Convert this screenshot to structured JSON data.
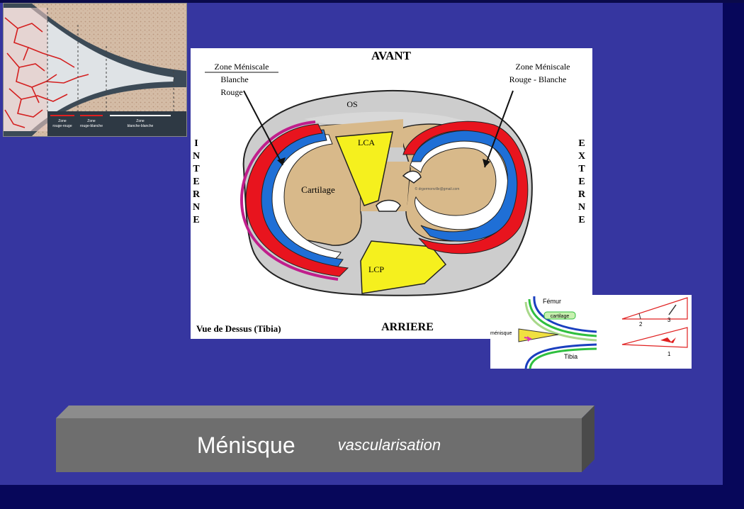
{
  "slide": {
    "title": "Ménisque",
    "subtitle": "vascularisation"
  },
  "inset_left": {
    "zones": [
      {
        "line1": "Zone",
        "line2": "rouge-rouge"
      },
      {
        "line1": "Zone",
        "line2": "rouge-blanche"
      },
      {
        "line1": "Zone",
        "line2": "blanche-blanche"
      }
    ]
  },
  "diagram": {
    "avant": "AVANT",
    "arriere": "ARRIERE",
    "view_label": "Vue de Dessus (Tibia)",
    "left_zone": {
      "line1": "Zone Méniscale",
      "line2": "Blanche",
      "line3": "Rouge"
    },
    "right_zone": {
      "line1": "Zone Méniscale",
      "line2": "Rouge - Blanche"
    },
    "os": "OS",
    "lca": "LCA",
    "lcp": "LCP",
    "cartilage": "Cartilage",
    "watermark": "© drgermonville@gmail.com",
    "interne": [
      "I",
      "N",
      "T",
      "E",
      "R",
      "N",
      "E"
    ],
    "externe": [
      "E",
      "X",
      "T",
      "E",
      "R",
      "N",
      "E"
    ]
  },
  "inset_right": {
    "femur": "Fémur",
    "cartilage": "cartilage",
    "menisque": "ménisque",
    "tibia": "Tibia",
    "num_2": "2",
    "num_3": "3",
    "num_1": "1"
  },
  "colors": {
    "slide_bg": "#3636a0",
    "frame": "#07075a",
    "red": "#e8141e",
    "blue": "#1f6fd6",
    "yellow": "#f5f01e",
    "tan": "#d8b98a",
    "title_bar": "#6e6e6e"
  }
}
